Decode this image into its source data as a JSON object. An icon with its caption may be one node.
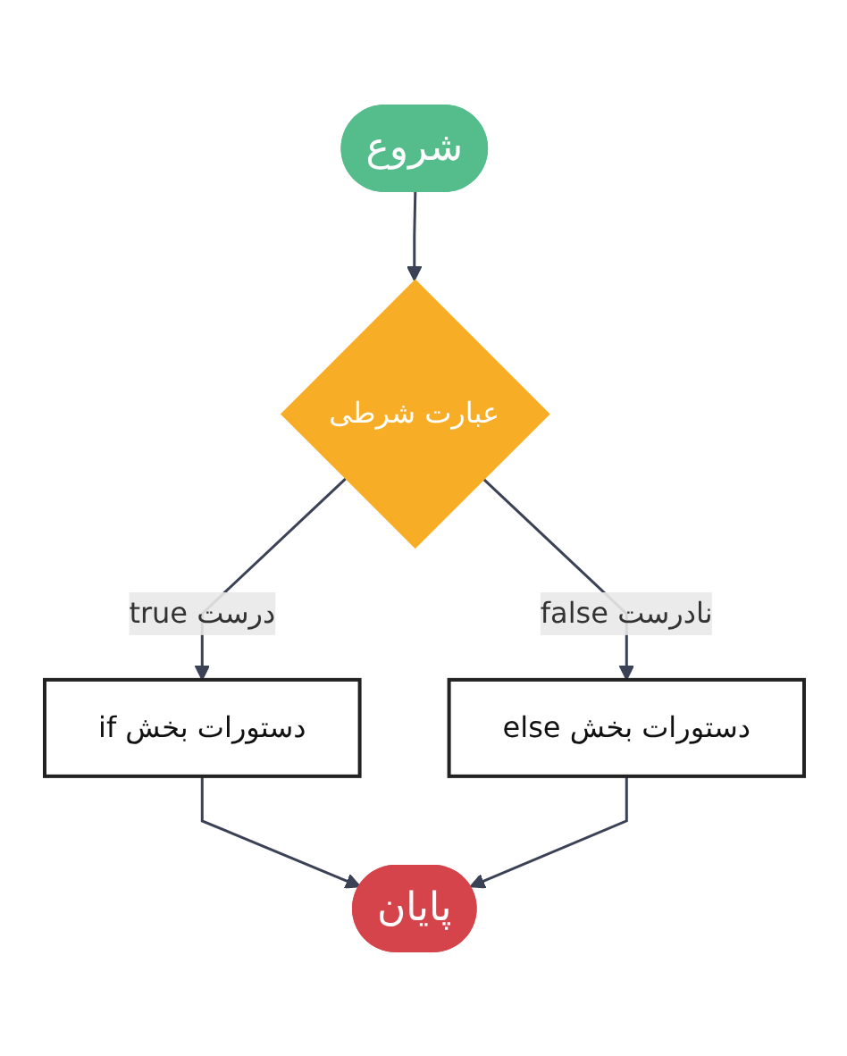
{
  "diagram": {
    "nodes": [
      {
        "text": [
          "شروع"
        ]
      },
      {
        "text": [
          "عبارت شرطی"
        ]
      },
      {
        "text": [
          "دستورات بخش if"
        ]
      },
      {
        "text": [
          "دستورات بخش else"
        ]
      },
      {
        "text": [
          "پایان"
        ]
      }
    ],
    "edges": [
      {
        "from": 0,
        "to": 1,
        "arrow": "to"
      },
      {
        "from": 1,
        "to": 2,
        "arrow": "to",
        "label": "درست true"
      },
      {
        "from": 1,
        "to": 3,
        "arrow": "to",
        "label": "نادرست false"
      },
      {
        "from": 2,
        "to": 4,
        "arrow": "to"
      },
      {
        "from": 3,
        "to": 4,
        "arrow": "to"
      }
    ]
  }
}
